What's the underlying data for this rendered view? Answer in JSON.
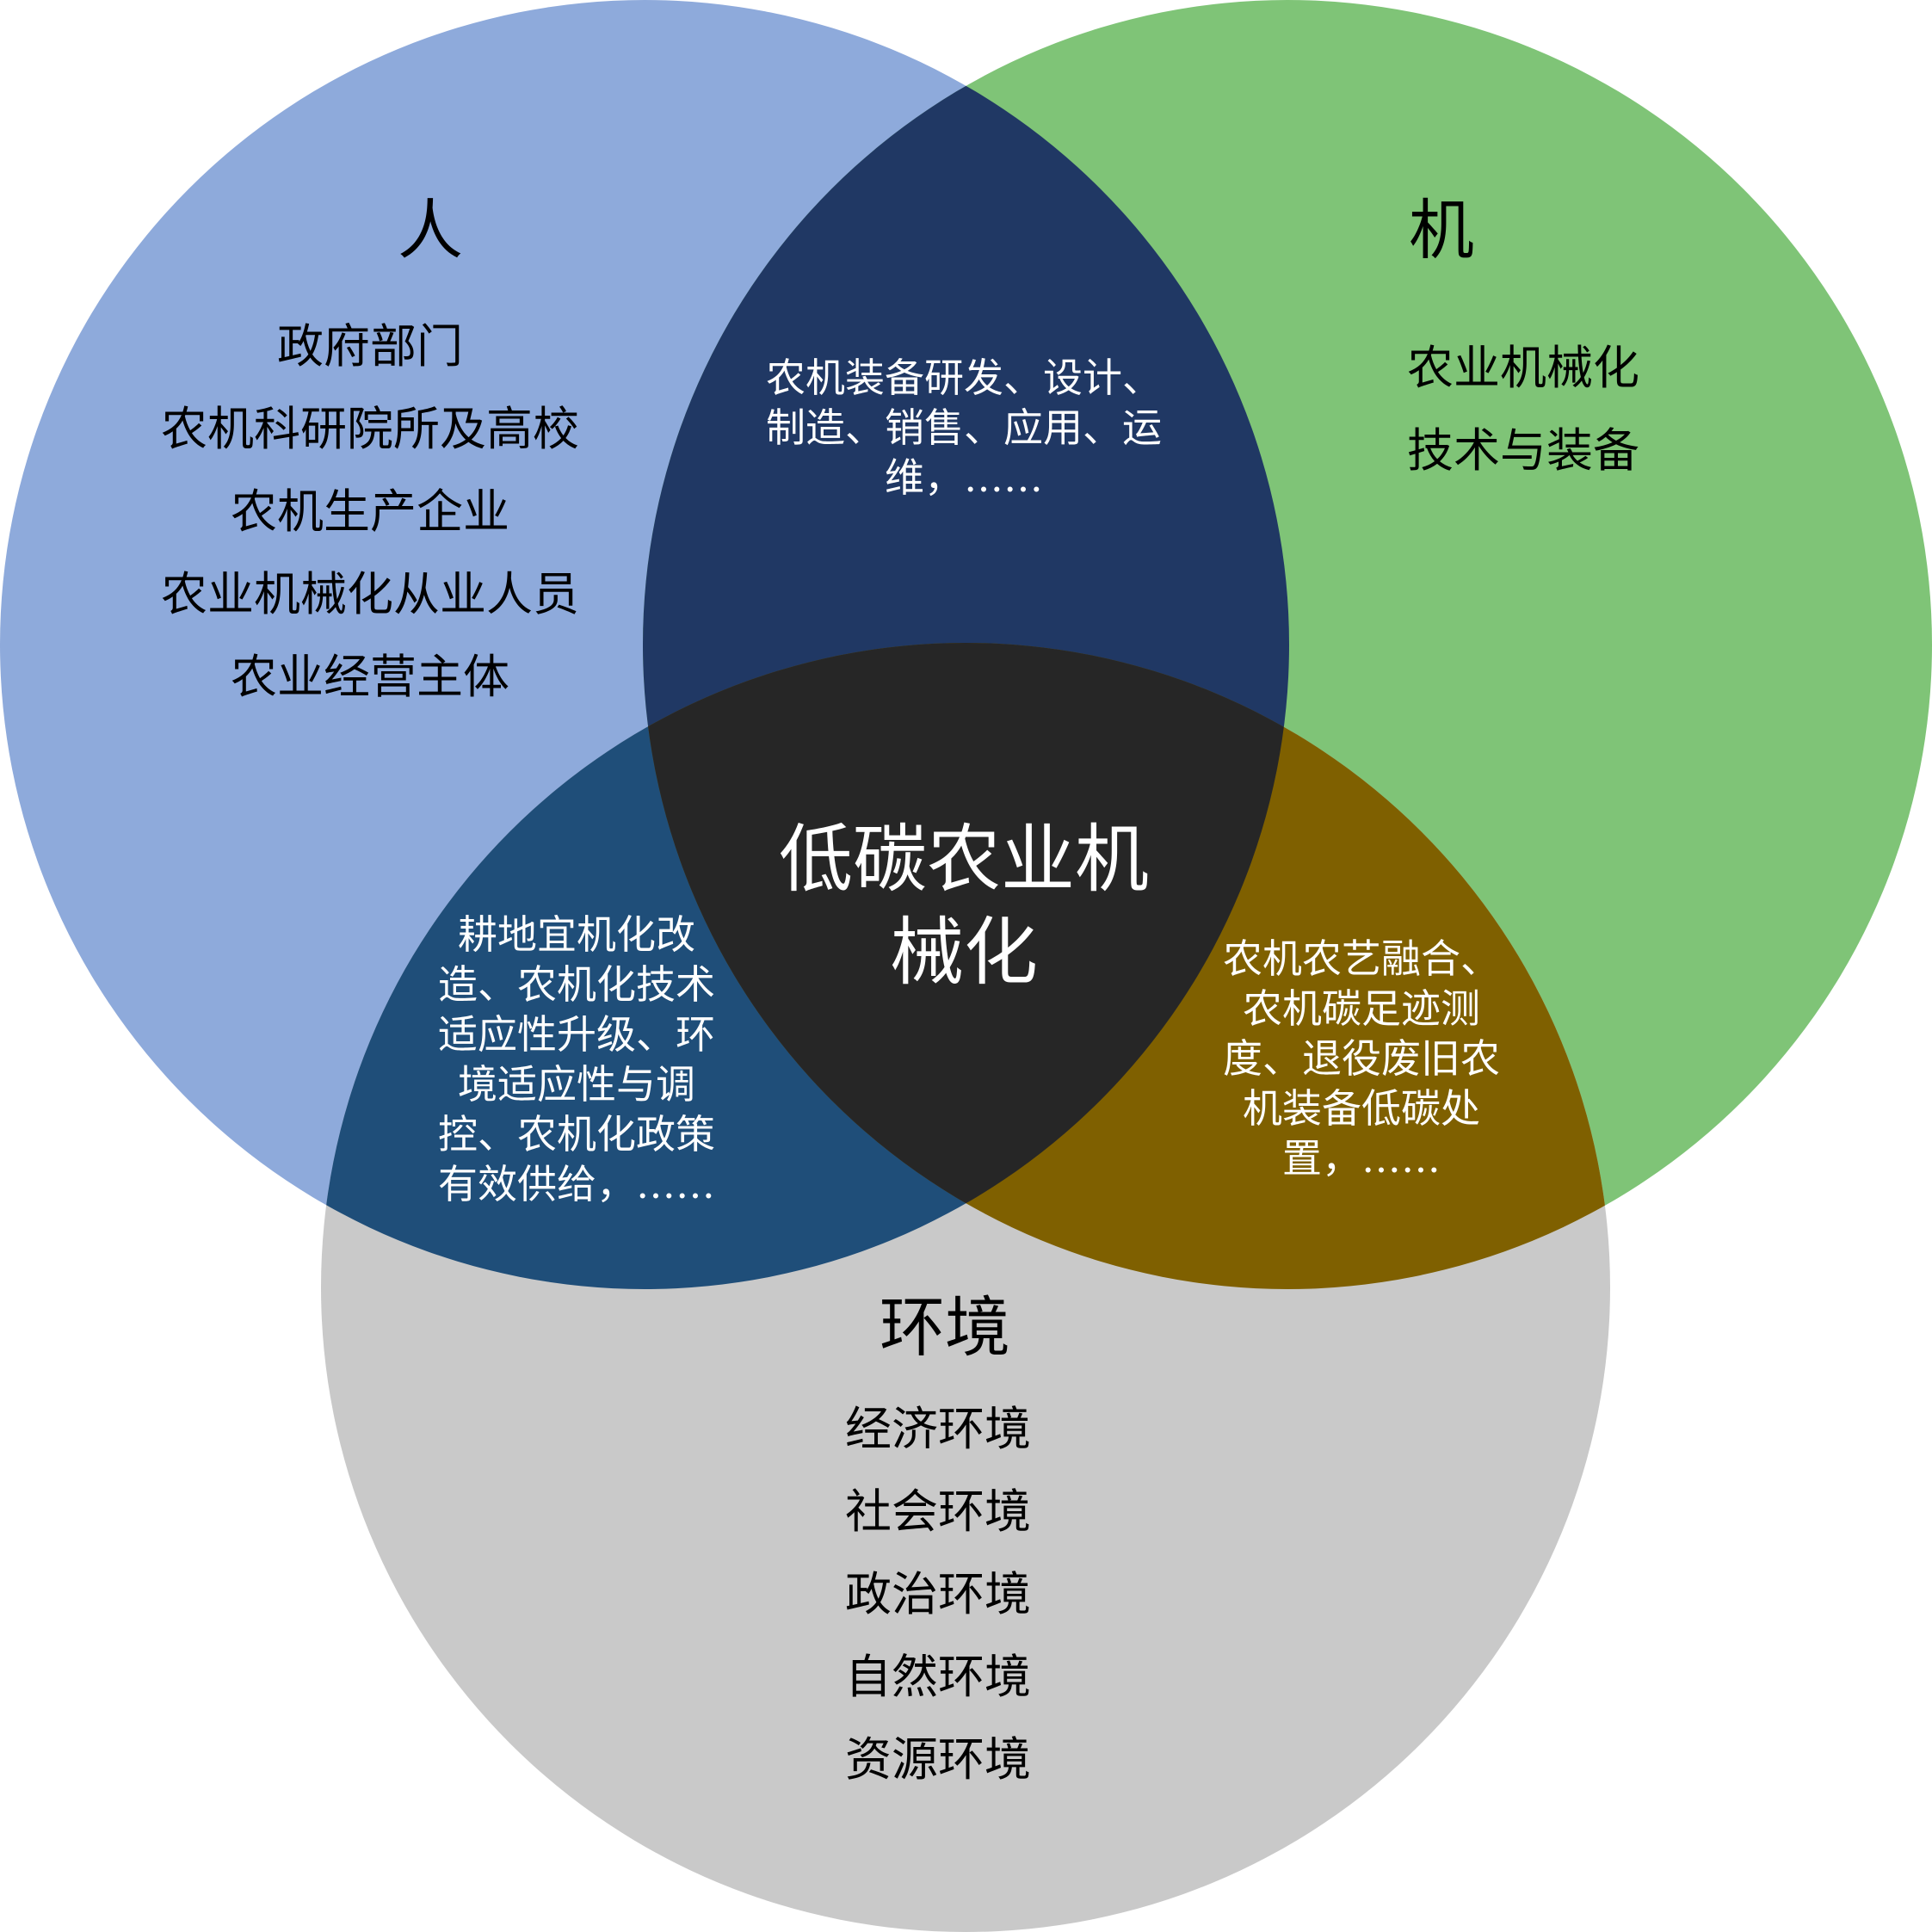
{
  "colors": {
    "people": "#8eaadb",
    "machine": "#7fc477",
    "environment": "#c9c9c9",
    "people_machine": "#203864",
    "people_environment": "#1f4e79",
    "machine_environment": "#7f6000",
    "all_three": "#262626",
    "dark_text": "#000000",
    "light_text": "#ffffff"
  },
  "sets": {
    "people": {
      "title": "人",
      "items": [
        "政府部门",
        "农机科研院所及高校",
        "农机生产企业",
        "农业机械化从业人员",
        "农业经营主体"
      ]
    },
    "machine": {
      "title": "机",
      "items": [
        "农业机械化",
        "技术与装备"
      ]
    },
    "environment": {
      "title": "环境",
      "items": [
        "经济环境",
        "社会环境",
        "政治环境",
        "自然环境",
        "资源环境"
      ]
    }
  },
  "overlaps": {
    "people_machine": {
      "lines": [
        "农机装备研发、设计、",
        "制造、销售、应用、运",
        "维，……"
      ]
    },
    "people_environment": {
      "lines": [
        "耕地宜机化改",
        "造、农机化技术",
        "适应性升级、环",
        "境适应性与调",
        "控、农机化政策",
        "有效供给，……"
      ]
    },
    "machine_environment": {
      "lines": [
        "农机农艺融合、",
        "农机碳足迹测",
        "度、退役废旧农",
        "机装备低碳处",
        "置，……"
      ]
    }
  },
  "center": {
    "lines": [
      "低碳农业机",
      "械化"
    ]
  }
}
